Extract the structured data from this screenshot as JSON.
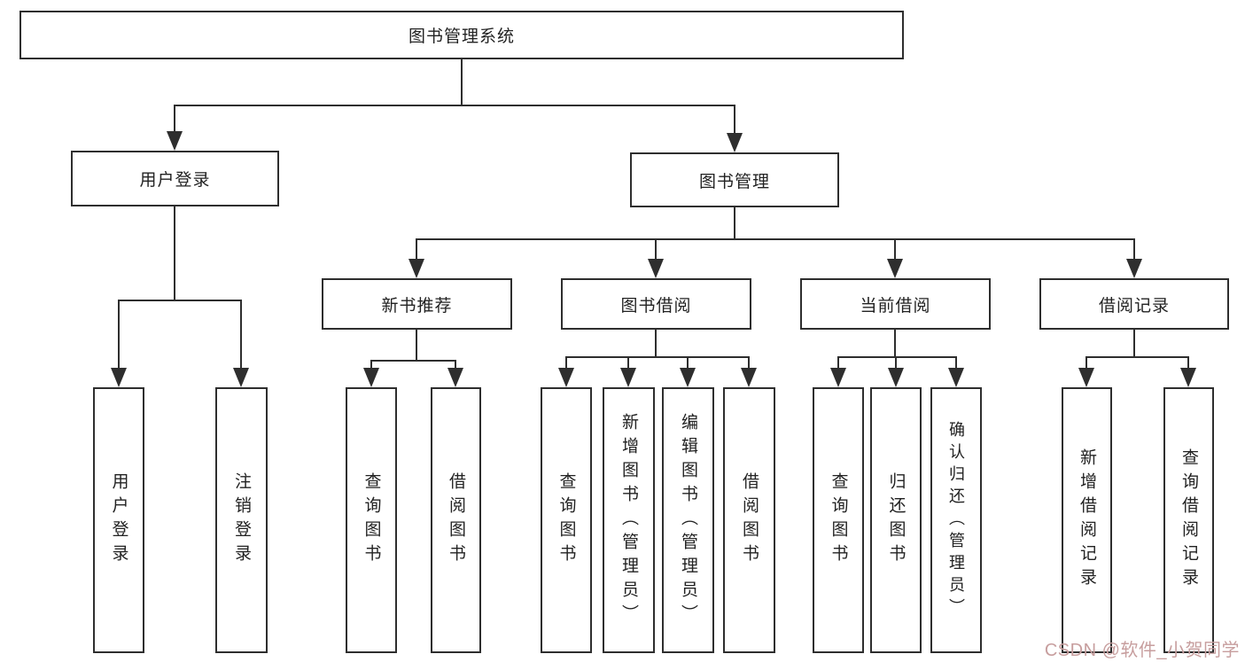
{
  "diagram": {
    "root": {
      "label": "图书管理系统"
    },
    "level2": [
      {
        "label": "用户登录"
      },
      {
        "label": "图书管理"
      }
    ],
    "level3": [
      {
        "label": "新书推荐"
      },
      {
        "label": "图书借阅"
      },
      {
        "label": "当前借阅"
      },
      {
        "label": "借阅记录"
      }
    ],
    "leaves": {
      "user_login": [
        "用户登录",
        "注销登录"
      ],
      "new_book": [
        "查询图书",
        "借阅图书"
      ],
      "book_borrow": [
        "查询图书",
        "新增图书（管理员）",
        "编辑图书（管理员）",
        "借阅图书"
      ],
      "current_borrow": [
        "查询图书",
        "归还图书",
        "确认归还（管理员）"
      ],
      "borrow_records": [
        "新增借阅记录",
        "查询借阅记录"
      ]
    }
  },
  "watermark": {
    "text": "CSDN @软件_小贺同学",
    "color": "#c79e9e"
  },
  "colors": {
    "line": "#2e2e2e",
    "box_background": "#ffffff",
    "page_background": "#ffffff"
  }
}
